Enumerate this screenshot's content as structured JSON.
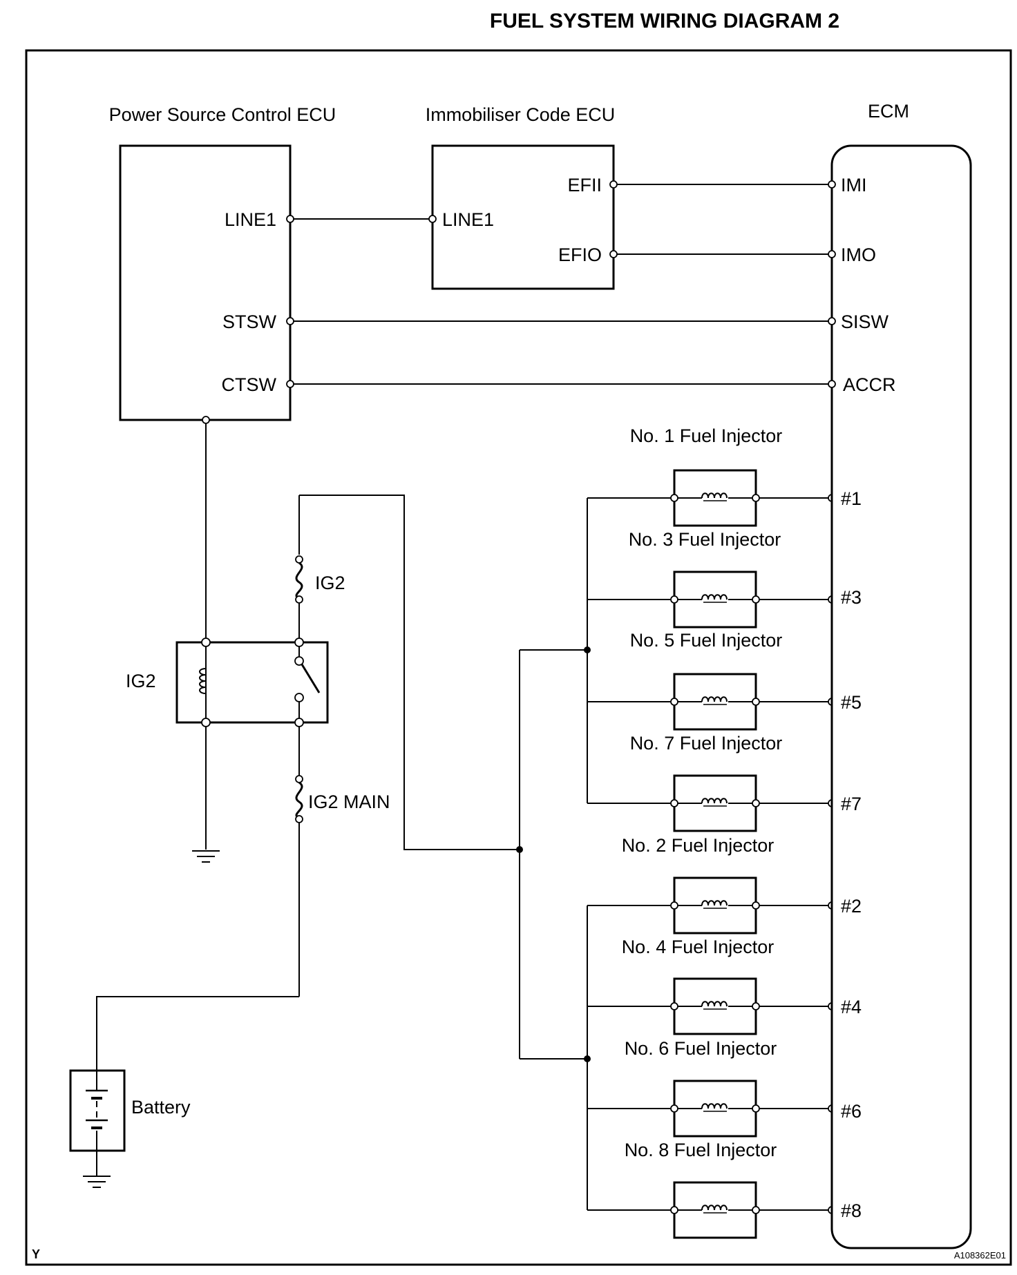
{
  "title": "FUEL SYSTEM WIRING DIAGRAM 2",
  "components": {
    "power_source_ecu": {
      "name": "Power Source Control ECU",
      "pins": {
        "line1": "LINE1",
        "stsw": "STSW",
        "ctsw": "CTSW"
      }
    },
    "immobiliser_ecu": {
      "name": "Immobiliser Code ECU",
      "pins": {
        "line1": "LINE1",
        "efii": "EFII",
        "efio": "EFIO"
      }
    },
    "ecm": {
      "name": "ECM",
      "pins": {
        "imi": "IMI",
        "imo": "IMO",
        "sisw": "SISW",
        "accr": "ACCR",
        "p1": "#1",
        "p3": "#3",
        "p5": "#5",
        "p7": "#7",
        "p2": "#2",
        "p4": "#4",
        "p6": "#6",
        "p8": "#8"
      }
    },
    "ig2_fuse": "IG2",
    "ig2_relay": "IG2",
    "ig2_main_fuse": "IG2 MAIN",
    "battery": "Battery"
  },
  "injectors": {
    "n1": "No. 1 Fuel Injector",
    "n3": "No. 3 Fuel Injector",
    "n5": "No. 5 Fuel Injector",
    "n7": "No. 7 Fuel Injector",
    "n2": "No. 2 Fuel Injector",
    "n4": "No. 4 Fuel Injector",
    "n6": "No. 6 Fuel Injector",
    "n8": "No. 8 Fuel Injector"
  },
  "corner_left": "Y",
  "figure_code": "A108362E01"
}
